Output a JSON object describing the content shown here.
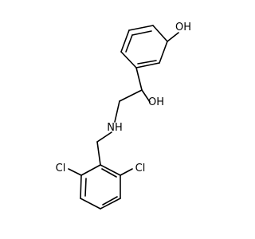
{
  "molecule": {
    "labels": {
      "oh_phenol": "OH",
      "oh_alcohol": "OH",
      "amine": "NH",
      "cl_left": "Cl",
      "cl_right": "Cl"
    }
  }
}
